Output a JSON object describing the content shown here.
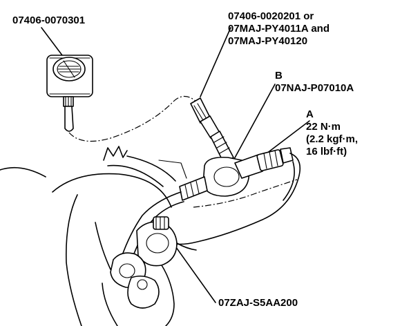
{
  "labels": {
    "gauge_part": "07406-0070301",
    "hose_part_line1": "07406-0020201 or",
    "hose_part_line2": "07MAJ-PY4011A and",
    "hose_part_line3": "07MAJ-PY40120",
    "b_letter": "B",
    "b_part": "07NAJ-P07010A",
    "a_letter": "A",
    "a_torque_line1": "22 N·m",
    "a_torque_line2": "(2.2 kgf·m,",
    "a_torque_line3": "16 lbf·ft)",
    "bottom_part": "07ZAJ-S5AA200"
  }
}
